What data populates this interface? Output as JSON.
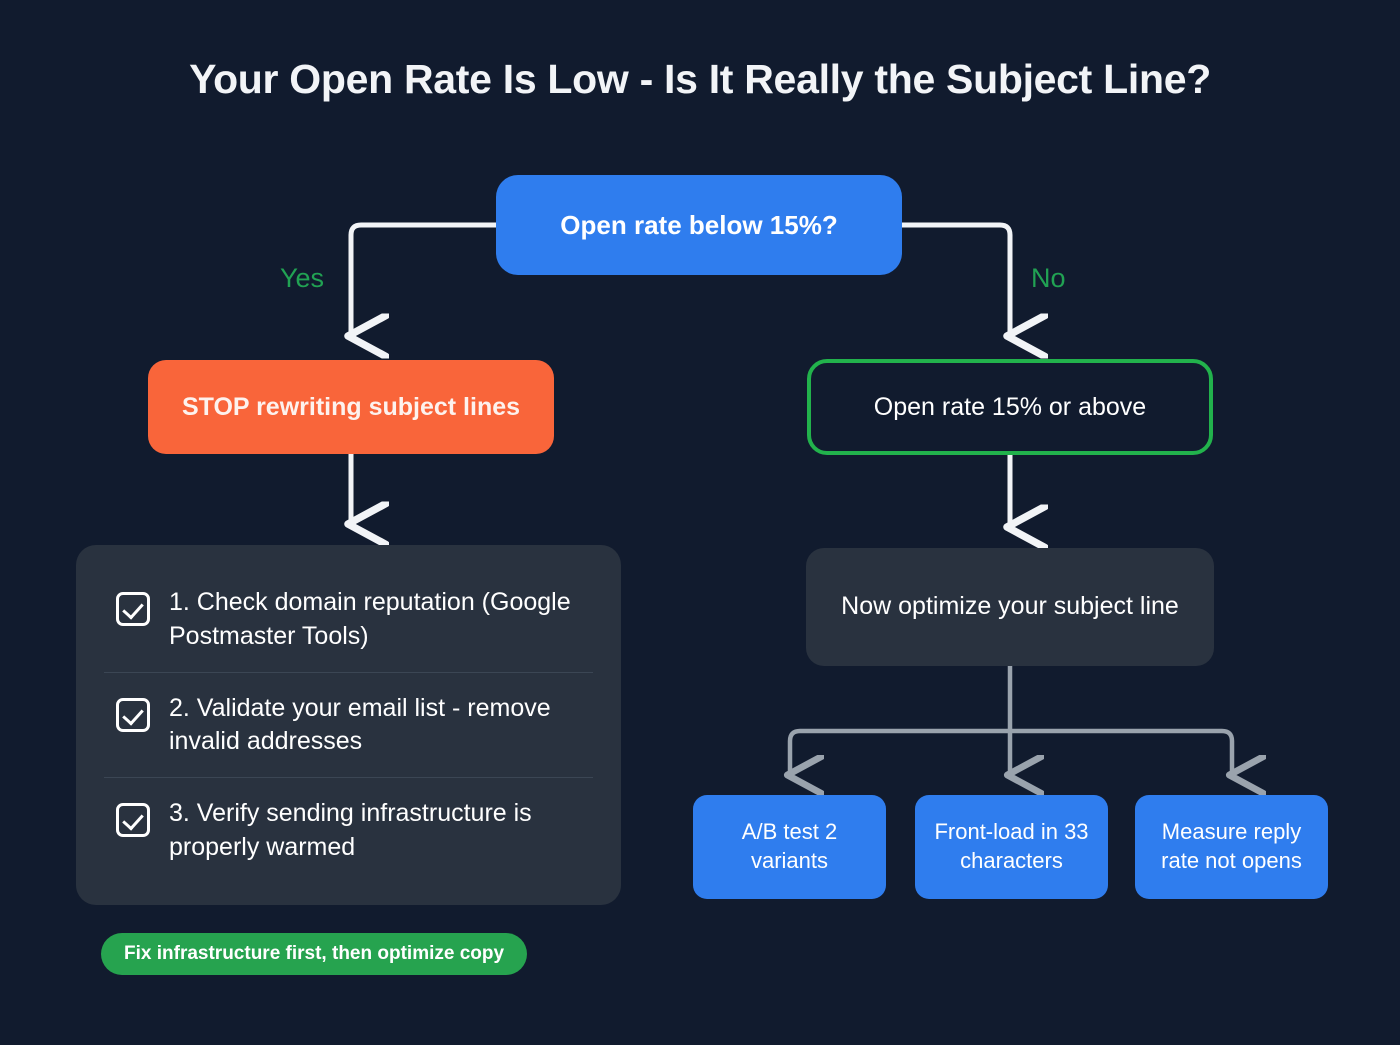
{
  "title": "Your Open Rate Is Low - Is It Really the Subject Line?",
  "colors": {
    "background": "#111b2e",
    "decision_blue": "#2f7dee",
    "stop_orange": "#f9653a",
    "success_green": "#22b24c",
    "panel_slate": "#29323f",
    "connector_white": "#f2f4f7",
    "connector_gray": "#9aa3ad",
    "label_green": "#21a253"
  },
  "decision": {
    "label": "Open rate below 15%?"
  },
  "branches": {
    "yes_label": "Yes",
    "no_label": "No"
  },
  "left_branch": {
    "stop_label": "STOP rewriting subject lines",
    "checklist": [
      {
        "text": "1. Check domain reputation (Google Postmaster Tools)",
        "checked": true
      },
      {
        "text": "2. Validate your email list - remove invalid addresses",
        "checked": true
      },
      {
        "text": "3. Verify sending infrastructure is properly warmed",
        "checked": true
      }
    ],
    "footer_pill": "Fix infrastructure first, then optimize copy"
  },
  "right_branch": {
    "above_label": "Open rate 15% or above",
    "optimize_label": "Now optimize your subject line",
    "tactics": [
      "A/B test 2 variants",
      "Front-load in 33 characters",
      "Measure reply rate not opens"
    ]
  }
}
